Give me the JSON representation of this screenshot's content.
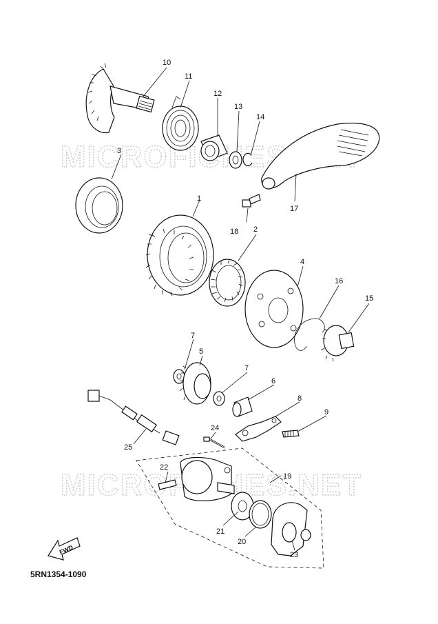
{
  "watermark": "MICROFICHES.NET",
  "diagram_code": "5RN1354-1090",
  "fwd_label": "FWD",
  "part_numbers": [
    "1",
    "2",
    "3",
    "4",
    "5",
    "6",
    "7",
    "8",
    "9",
    "10",
    "11",
    "12",
    "13",
    "14",
    "15",
    "16",
    "17",
    "18",
    "19",
    "20",
    "21",
    "22",
    "23",
    "24",
    "25"
  ]
}
